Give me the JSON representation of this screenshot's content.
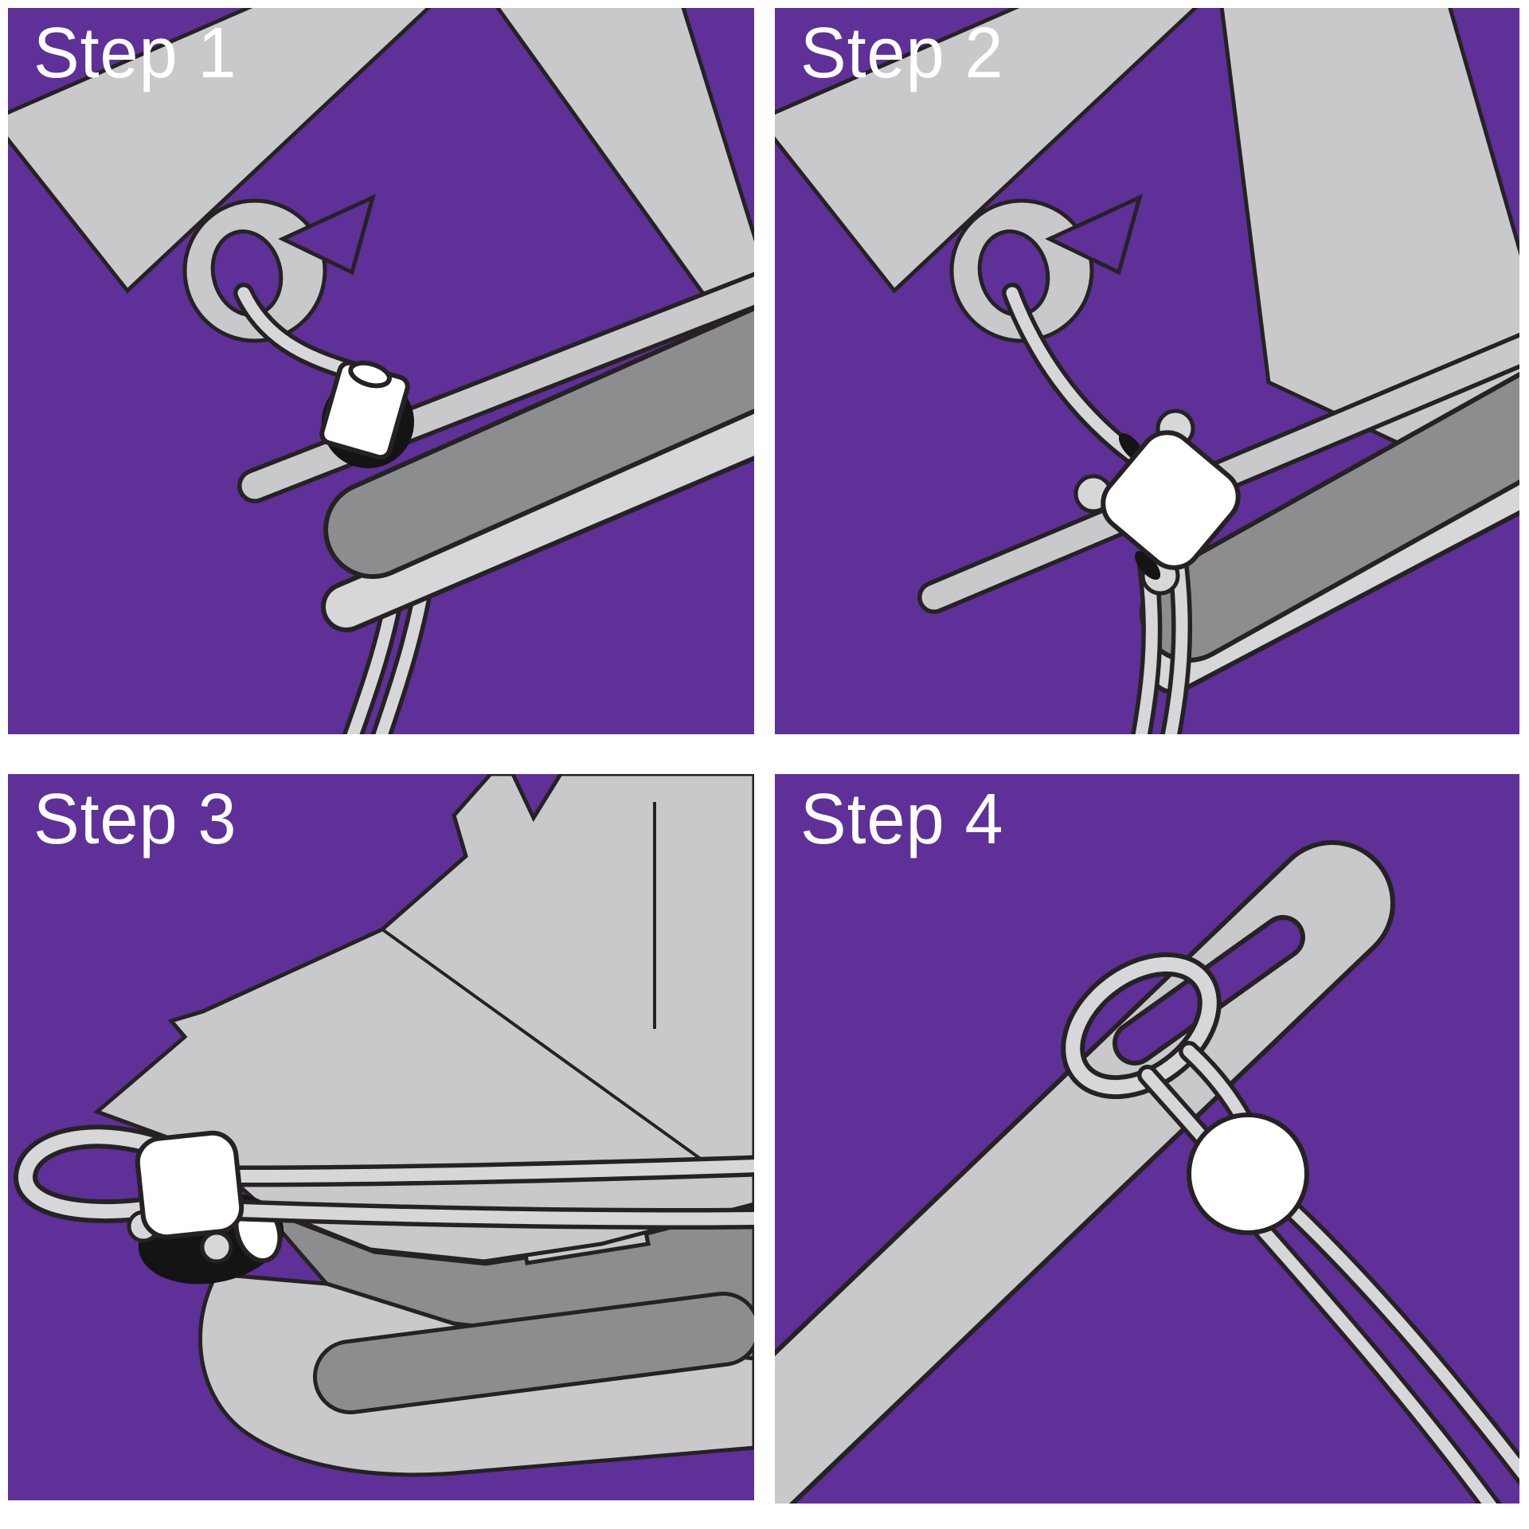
{
  "colors": {
    "purple": "#5e3098",
    "light_gray": "#c9c9cb",
    "cord_gray": "#d7d7d9",
    "mid_gray": "#8d8d8f",
    "outline": "#262223",
    "bead_white": "#ffffff",
    "gutter_white": "#ffffff",
    "label_color": "#ffffff",
    "hole_black": "#141414"
  },
  "panels": [
    {
      "label": "Step 1",
      "illustration": "cord-through-eyelet-into-toggle-icon"
    },
    {
      "label": "Step 2",
      "illustration": "cord-pulled-through-toggle-bead-icon"
    },
    {
      "label": "Step 3",
      "illustration": "toggle-bead-clamped-in-clip-icon"
    },
    {
      "label": "Step 4",
      "illustration": "larks-head-loop-on-strap-with-bead-icon"
    }
  ]
}
